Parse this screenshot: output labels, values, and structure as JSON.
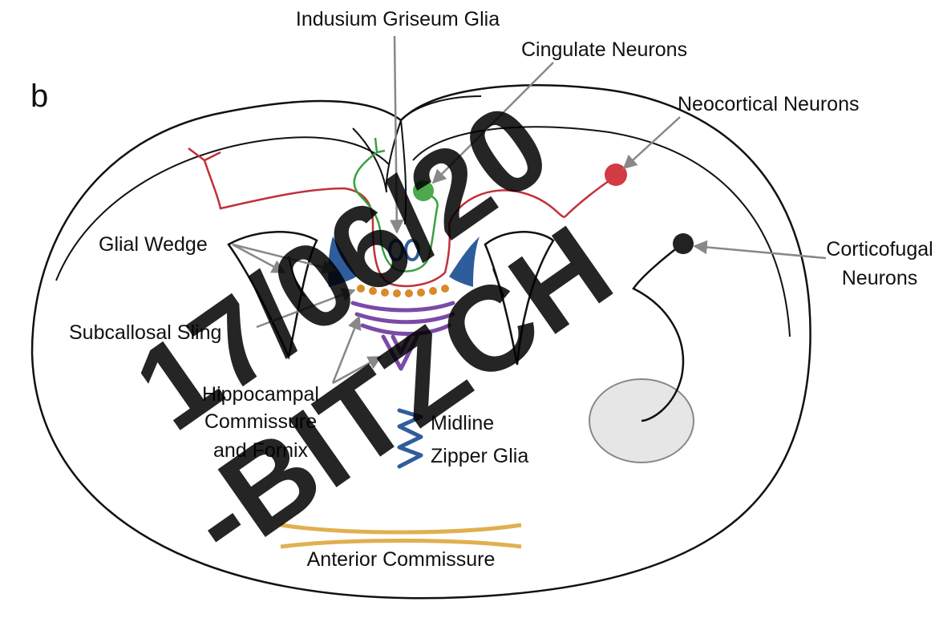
{
  "figure": {
    "panel_letter": "b",
    "labels": {
      "indusium_griseum_glia": "Indusium Griseum Glia",
      "cingulate_neurons": "Cingulate Neurons",
      "neocortical_neurons": "Neocortical Neurons",
      "corticofugal_neurons_line1": "Corticofugal",
      "corticofugal_neurons_line2": "Neurons",
      "glial_wedge": "Glial Wedge",
      "subcallosal_sling": "Subcallosal Sling",
      "hippocampal_line1": "Hippocampal",
      "hippocampal_line2": "Commissure",
      "hippocampal_line3": "and Fornix",
      "midline_line1": "Midline",
      "midline_line2": "Zipper Glia",
      "anterior_commissure": "Anterior Commissure"
    },
    "watermark": {
      "line1": "17/06/20",
      "line2": "-BITZCH"
    },
    "colors": {
      "outline": "#111111",
      "neocortical_axon": "#c0303a",
      "neocortical_neuron": "#d23a44",
      "cingulate_axon": "#3aa040",
      "cingulate_neuron": "#4caa4c",
      "glia_blue": "#2f5d9c",
      "sling_orange": "#d98a2b",
      "hippocampal_purple": "#7a4aa8",
      "anterior_commissure": "#e0b050",
      "ventricle_grey": "#e6e6e6",
      "arrow_grey": "#888888"
    }
  }
}
